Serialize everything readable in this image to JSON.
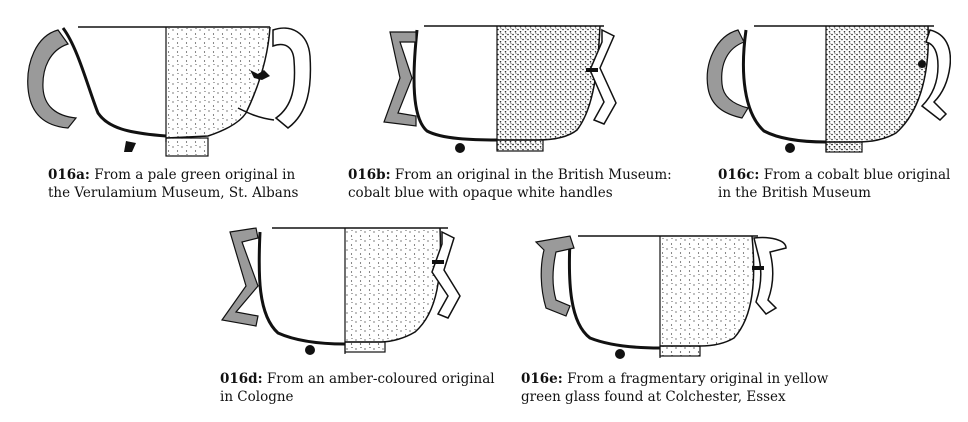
{
  "figures": [
    {
      "id": "016a",
      "label": "016a:",
      "text_1": "From a pale green original in",
      "text_2": "the Verulamium Museum, St. Albans"
    },
    {
      "id": "016b",
      "label": "016b:",
      "text_1": "From an original in the British Museum:",
      "text_2": "cobalt blue with opaque white handles"
    },
    {
      "id": "016c",
      "label": "016c:",
      "text_1": "From a cobalt blue original",
      "text_2": "in the British Museum"
    },
    {
      "id": "016d",
      "label": "016d:",
      "text_1": "From an amber-coloured original",
      "text_2": "in Cologne"
    },
    {
      "id": "016e",
      "label": "016e:",
      "text_1": "From a fragmentary original in yellow",
      "text_2": "green glass found at Colchester, Essex"
    }
  ]
}
